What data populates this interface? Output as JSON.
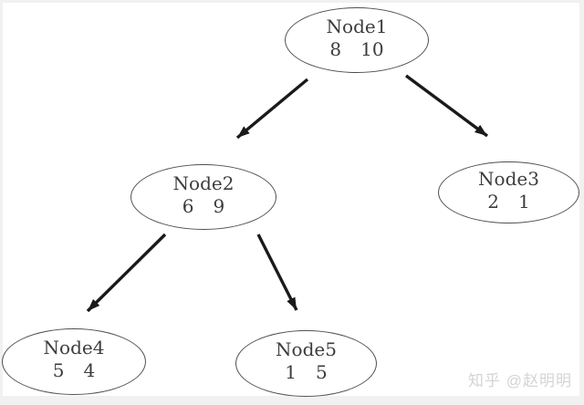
{
  "tree": {
    "nodes": [
      {
        "label": "Node1",
        "values": [
          "8",
          "10"
        ]
      },
      {
        "label": "Node2",
        "values": [
          "6",
          "9"
        ]
      },
      {
        "label": "Node3",
        "values": [
          "2",
          "1"
        ]
      },
      {
        "label": "Node4",
        "values": [
          "5",
          "4"
        ]
      },
      {
        "label": "Node5",
        "values": [
          "1",
          "5"
        ]
      }
    ],
    "edges": [
      {
        "from": "Node1",
        "to": "Node2"
      },
      {
        "from": "Node1",
        "to": "Node3"
      },
      {
        "from": "Node2",
        "to": "Node4"
      },
      {
        "from": "Node2",
        "to": "Node5"
      }
    ]
  },
  "watermark": {
    "text": "知乎 @赵明明"
  },
  "colors": {
    "page_bg": "#f1f1f1",
    "canvas_bg": "#ffffff",
    "node_stroke": "#4f4f4f",
    "node_text": "#3c3c3c",
    "arrow": "#1a1a1a",
    "watermark": "#d4d4d4"
  }
}
